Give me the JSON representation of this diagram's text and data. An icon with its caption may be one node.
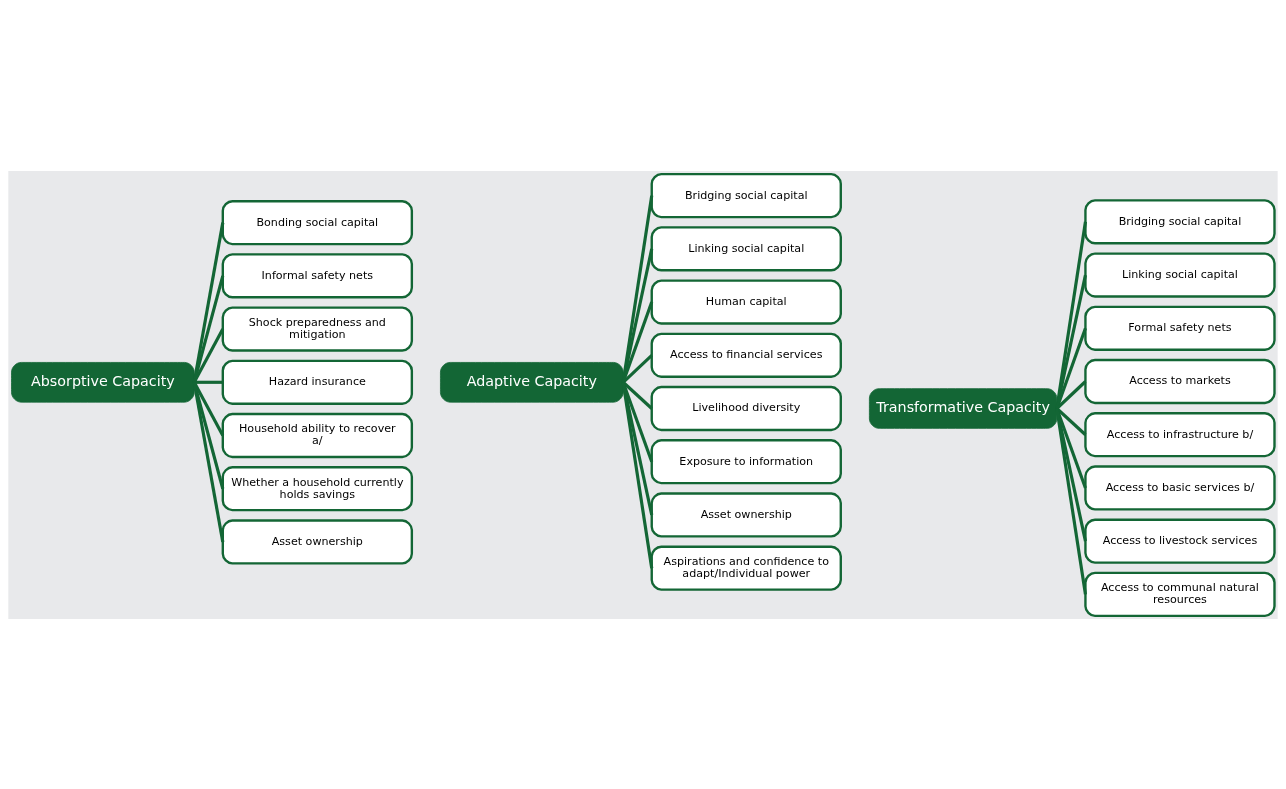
{
  "diagram": {
    "nodes": [
      {
        "text": [
          "Absorptive Capacity"
        ]
      },
      {
        "text": [
          "Bonding social capital"
        ]
      },
      {
        "text": [
          "Informal safety nets"
        ]
      },
      {
        "text": [
          "Shock preparedness and mitigation"
        ]
      },
      {
        "text": [
          "Hazard insurance"
        ]
      },
      {
        "text": [
          "Household ability to recover a/"
        ]
      },
      {
        "text": [
          "Whether a household currently holds savings"
        ]
      },
      {
        "text": [
          "Asset ownership"
        ]
      },
      {
        "text": [
          "Adaptive Capacity"
        ]
      },
      {
        "text": [
          "Bridging social capital"
        ]
      },
      {
        "text": [
          "Linking social capital"
        ]
      },
      {
        "text": [
          "Human capital"
        ]
      },
      {
        "text": [
          "Access to financial services"
        ]
      },
      {
        "text": [
          "Livelihood diversity"
        ]
      },
      {
        "text": [
          "Exposure to information"
        ]
      },
      {
        "text": [
          "Asset ownership"
        ]
      },
      {
        "text": [
          "Aspirations and confidence to adapt/Individual power"
        ]
      },
      {
        "text": [
          "Transformative Capacity"
        ]
      },
      {
        "text": [
          "Bridging social capital"
        ]
      },
      {
        "text": [
          "Linking social capital"
        ]
      },
      {
        "text": [
          "Formal safety nets"
        ]
      },
      {
        "text": [
          "Access to markets"
        ]
      },
      {
        "text": [
          "Access to infrastructure b/"
        ]
      },
      {
        "text": [
          "Access to basic services b/"
        ]
      },
      {
        "text": [
          "Access to livestock services"
        ]
      },
      {
        "text": [
          "Access to communal natural resources"
        ]
      }
    ],
    "edges": [
      {
        "from": 0,
        "to": 1,
        "arrow": "none"
      },
      {
        "from": 0,
        "to": 2,
        "arrow": "none"
      },
      {
        "from": 0,
        "to": 3,
        "arrow": "none"
      },
      {
        "from": 0,
        "to": 4,
        "arrow": "none"
      },
      {
        "from": 0,
        "to": 5,
        "arrow": "none"
      },
      {
        "from": 0,
        "to": 6,
        "arrow": "none"
      },
      {
        "from": 0,
        "to": 7,
        "arrow": "none"
      },
      {
        "from": 8,
        "to": 9,
        "arrow": "none"
      },
      {
        "from": 8,
        "to": 10,
        "arrow": "none"
      },
      {
        "from": 8,
        "to": 11,
        "arrow": "none"
      },
      {
        "from": 8,
        "to": 12,
        "arrow": "none"
      },
      {
        "from": 8,
        "to": 13,
        "arrow": "none"
      },
      {
        "from": 8,
        "to": 14,
        "arrow": "none"
      },
      {
        "from": 8,
        "to": 15,
        "arrow": "none"
      },
      {
        "from": 8,
        "to": 16,
        "arrow": "none"
      },
      {
        "from": 17,
        "to": 18,
        "arrow": "none"
      },
      {
        "from": 17,
        "to": 19,
        "arrow": "none"
      },
      {
        "from": 17,
        "to": 20,
        "arrow": "none"
      },
      {
        "from": 17,
        "to": 21,
        "arrow": "none"
      },
      {
        "from": 17,
        "to": 22,
        "arrow": "none"
      },
      {
        "from": 17,
        "to": 23,
        "arrow": "none"
      },
      {
        "from": 17,
        "to": 24,
        "arrow": "none"
      },
      {
        "from": 17,
        "to": 25,
        "arrow": "none"
      }
    ]
  }
}
